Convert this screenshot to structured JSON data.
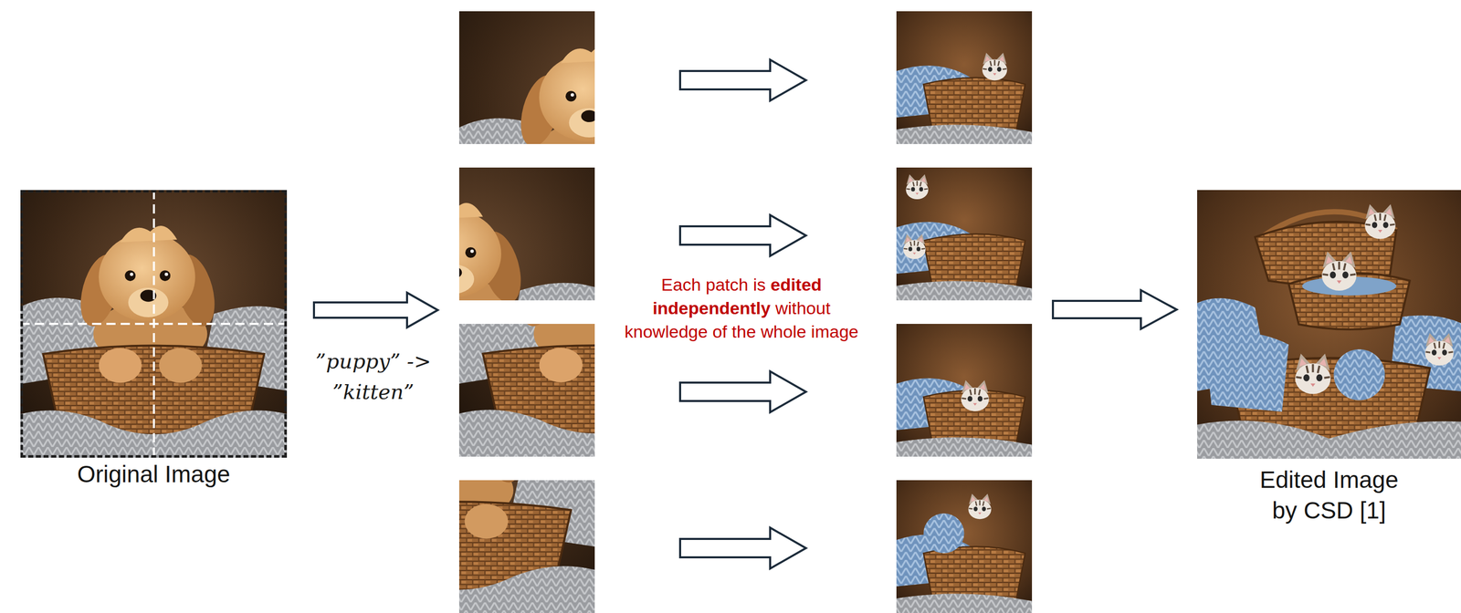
{
  "diagram": {
    "nodes": [
      {
        "text": [
          "Original Image"
        ]
      },
      {
        "text": [
          "Edited Image by CSD [1]"
        ]
      }
    ],
    "labels": [
      "”puppy” -> ”kitten”",
      "Each patch is",
      "edited independently",
      "without knowledge of the whole image"
    ]
  }
}
